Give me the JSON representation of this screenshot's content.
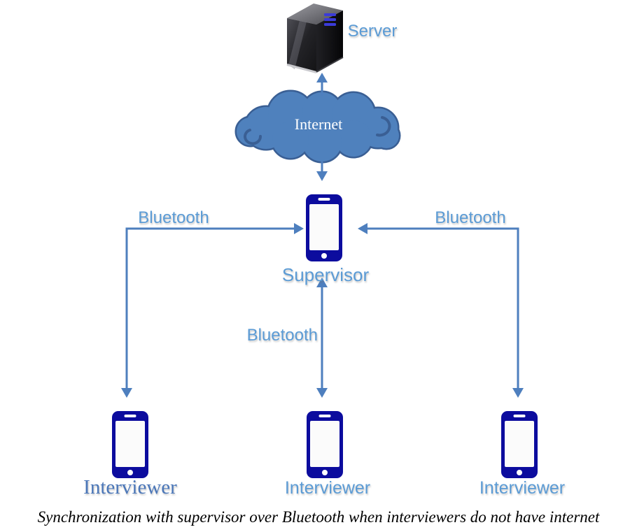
{
  "diagram": {
    "caption": "Synchronization with supervisor over Bluetooth when interviewers do not have internet",
    "nodes": {
      "server": {
        "label": "Server",
        "icon": "server-tower-icon"
      },
      "internet": {
        "label": "Internet",
        "icon": "cloud-icon"
      },
      "supervisor": {
        "label": "Supervisor",
        "icon": "smartphone-icon"
      },
      "interviewer_left": {
        "label": "Interviewer",
        "icon": "smartphone-icon"
      },
      "interviewer_middle": {
        "label": "Interviewer",
        "icon": "smartphone-icon"
      },
      "interviewer_right": {
        "label": "Interviewer",
        "icon": "smartphone-icon"
      }
    },
    "edges": {
      "internet_to_server": {
        "label": "",
        "type": "arrow-up"
      },
      "internet_to_supervisor": {
        "label": "",
        "type": "arrow-down"
      },
      "bluetooth_left": {
        "label": "Bluetooth",
        "from": "interviewer_left",
        "to": "supervisor"
      },
      "bluetooth_middle": {
        "label": "Bluetooth",
        "from": "supervisor",
        "to": "interviewer_middle"
      },
      "bluetooth_right": {
        "label": "Bluetooth",
        "from": "interviewer_right",
        "to": "supervisor"
      }
    }
  },
  "colors": {
    "label_blue": "#5B9BD5",
    "serif_label_blue": "#4A76B8",
    "connector_blue": "#4E7FBE",
    "phone_navy": "#0C0C9E",
    "cloud_fill": "#4F81BD",
    "cloud_stroke": "#3A5F94",
    "caption_black": "#000000"
  }
}
